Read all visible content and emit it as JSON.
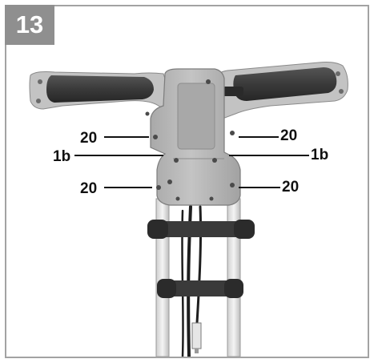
{
  "figure": {
    "number": "13"
  },
  "callouts": [
    {
      "id": "left-top",
      "label": "20"
    },
    {
      "id": "left-mid",
      "label": "1b"
    },
    {
      "id": "left-bot",
      "label": "20"
    },
    {
      "id": "right-top",
      "label": "20"
    },
    {
      "id": "right-mid",
      "label": "1b"
    },
    {
      "id": "right-bot",
      "label": "20"
    }
  ],
  "colors": {
    "badge": "#8f8f8f",
    "frame": "#a3a3a3",
    "housing": "#b9b9b9",
    "grip": "#3a3a3a",
    "clamp": "#2e2e2e"
  }
}
